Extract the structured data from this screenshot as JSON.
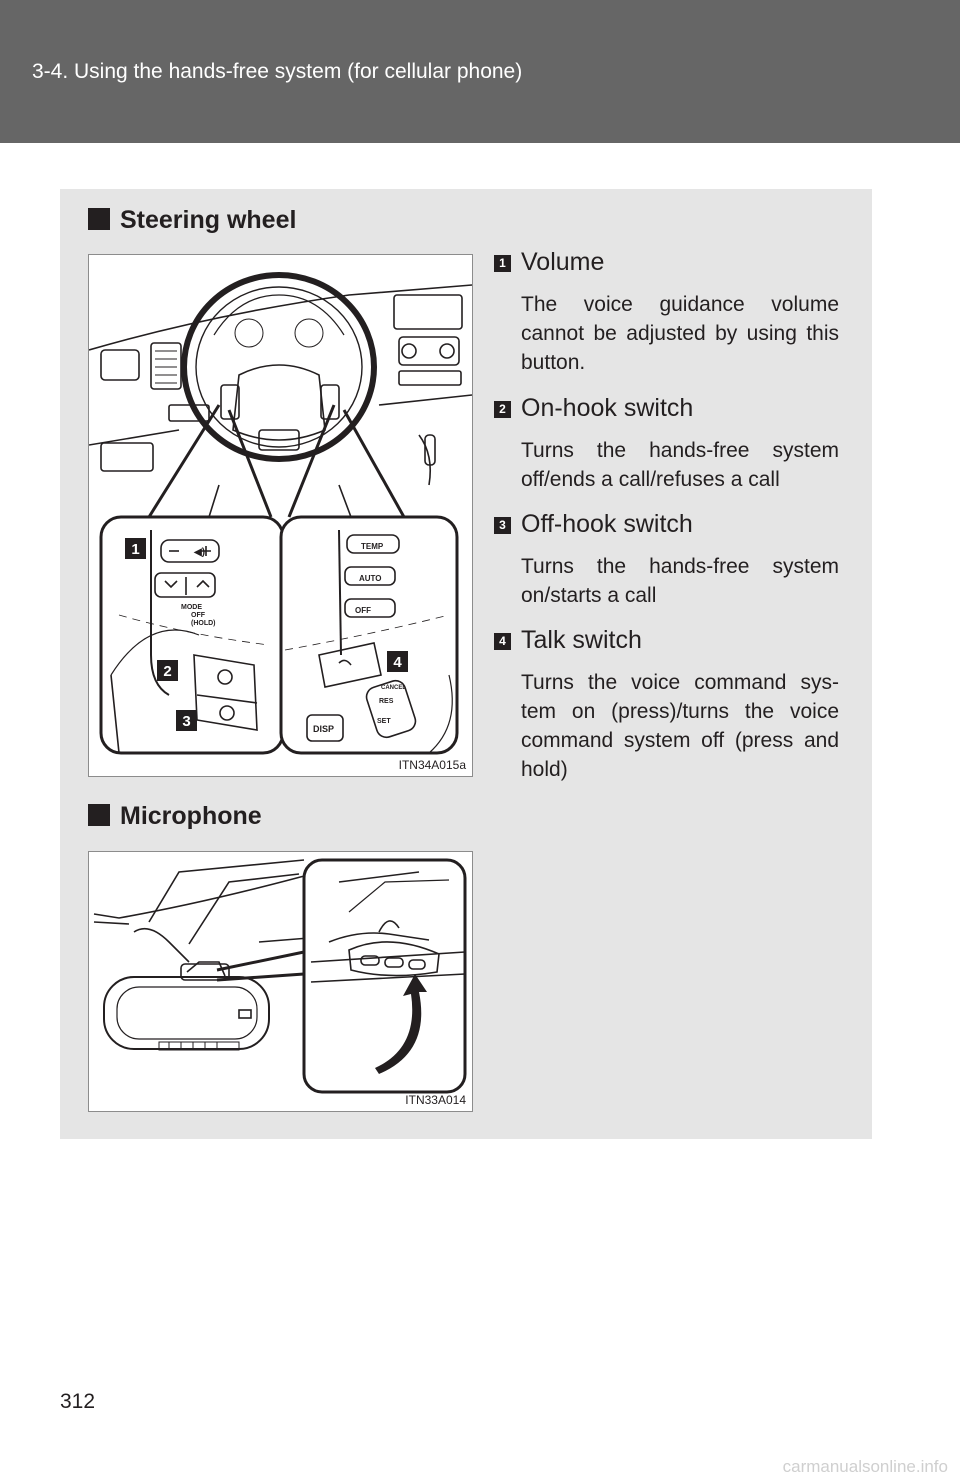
{
  "header": {
    "title": "3-4. Using the hands-free system (for cellular phone)"
  },
  "sections": {
    "steering": {
      "title": "Steering wheel"
    },
    "microphone": {
      "title": "Microphone"
    }
  },
  "figures": {
    "steering": {
      "code": "ITN34A015a",
      "labels": {
        "temp": "TEMP",
        "auto": "AUTO",
        "off": "OFF",
        "mode": "MODE",
        "mode_off": "OFF",
        "hold": "(HOLD)",
        "disp": "DISP",
        "res": "RES",
        "set": "SET",
        "cancel": "CANCEL"
      },
      "callouts": [
        "1",
        "2",
        "3",
        "4"
      ]
    },
    "microphone": {
      "code": "ITN33A014"
    }
  },
  "items": [
    {
      "num": "1",
      "title": "Volume",
      "desc": "The voice guidance volume cannot be adjusted by using this button."
    },
    {
      "num": "2",
      "title": "On-hook switch",
      "desc": "Turns the hands-free system off/ends a call/refuses a call"
    },
    {
      "num": "3",
      "title": "Off-hook switch",
      "desc": "Turns the hands-free system on/starts a call"
    },
    {
      "num": "4",
      "title": "Talk switch",
      "desc": "Turns the voice command sys- tem on (press)/turns the voice command system off (press and hold)"
    }
  ],
  "page_number": "312",
  "watermark": "carmanualsonline.info"
}
